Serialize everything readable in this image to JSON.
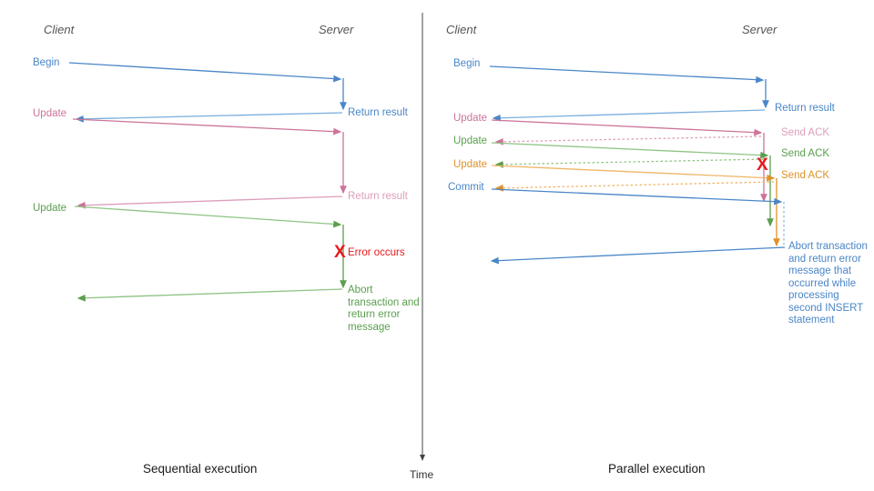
{
  "colors": {
    "blue": "#4a86c8",
    "blue_light": "#7aaede",
    "pink": "#cc7499",
    "pink_light": "#dd9ebb",
    "green": "#5a9e4e",
    "green_light": "#8fc484",
    "orange": "#e0922b",
    "orange_light": "#f0b566",
    "red": "#e8181c",
    "axis": "#444444",
    "actor_text": "#555555",
    "caption_text": "#1a1a1a"
  },
  "time_axis": {
    "label": "Time"
  },
  "left": {
    "caption": "Sequential execution",
    "actors": {
      "client": "Client",
      "server": "Server"
    },
    "client_labels": [
      {
        "text": "Begin",
        "color": "blue"
      },
      {
        "text": "Update",
        "color": "pink"
      },
      {
        "text": "Update",
        "color": "green"
      }
    ],
    "server_labels": [
      {
        "text": "Return result",
        "color": "blue"
      },
      {
        "text": "Return result",
        "color": "pink"
      },
      {
        "text": "Abort\ntransaction\nand return\nerror message",
        "color": "green"
      }
    ],
    "error": {
      "mark": "X",
      "text": "Error occurs",
      "color": "red"
    }
  },
  "right": {
    "caption": "Parallel execution",
    "actors": {
      "client": "Client",
      "server": "Server"
    },
    "client_labels": [
      {
        "text": "Begin",
        "color": "blue"
      },
      {
        "text": "Update",
        "color": "pink"
      },
      {
        "text": "Update",
        "color": "green"
      },
      {
        "text": "Update",
        "color": "orange"
      },
      {
        "text": "Commit",
        "color": "blue"
      }
    ],
    "server_labels": [
      {
        "text": "Return result",
        "color": "blue"
      },
      {
        "text": "Send ACK",
        "color": "pink"
      },
      {
        "text": "Send ACK",
        "color": "green"
      },
      {
        "text": "Send ACK",
        "color": "orange"
      },
      {
        "text": "Abort\ntransaction\nand return\nerror message\nthat occurred\nwhile\nprocessing\nsecond\nINSERT\nstatement",
        "color": "blue"
      }
    ],
    "error": {
      "mark": "X",
      "color": "red"
    }
  }
}
